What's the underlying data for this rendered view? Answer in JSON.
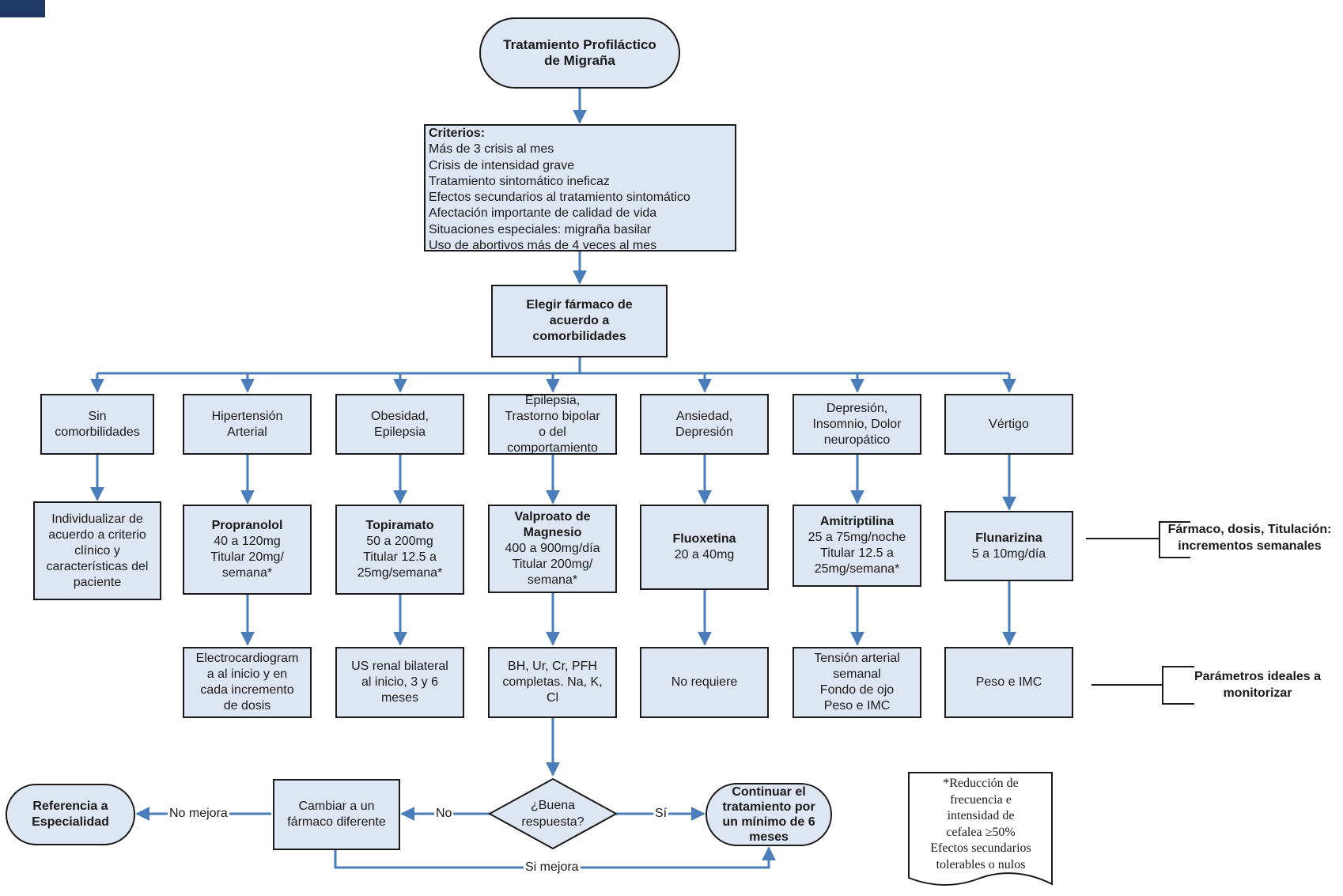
{
  "start": [
    "Tratamiento Profiláctico",
    "de Migraña"
  ],
  "criteria": {
    "title": "Criterios:",
    "items": [
      "Más de 3 crisis al mes",
      "Crisis de intensidad grave",
      "Tratamiento sintomático ineficaz",
      "Efectos secundarios al tratamiento sintomático",
      "Afectación importante de calidad de vida",
      "Situaciones especiales: migraña basilar",
      "Uso de abortivos más de 4 veces al mes"
    ]
  },
  "choose": [
    "Elegir fármaco de",
    "acuerdo a",
    "comorbilidades"
  ],
  "columns": [
    {
      "comorbidity": [
        "Sin",
        "comorbilidades"
      ],
      "drug_name": "",
      "drug_lines": [
        "Individualizar de",
        "acuerdo a criterio",
        "clínico y",
        "características del",
        "paciente"
      ],
      "monitor": []
    },
    {
      "comorbidity": [
        "Hipertensión",
        "Arterial"
      ],
      "drug_name": "Propranolol",
      "drug_lines": [
        "40 a 120mg",
        "Titular 20mg/",
        "semana*"
      ],
      "monitor": [
        "Electrocardiogram",
        "a al inicio y en",
        "cada incremento",
        "de dosis"
      ]
    },
    {
      "comorbidity": [
        "Obesidad,",
        "Epilepsia"
      ],
      "drug_name": "Topiramato",
      "drug_lines": [
        "50 a 200mg",
        "Titular 12.5 a",
        "25mg/semana*"
      ],
      "monitor": [
        "US renal bilateral",
        "al inicio, 3 y 6",
        "meses"
      ]
    },
    {
      "comorbidity": [
        "Epilepsia,",
        "Trastorno bipolar",
        "o del",
        "comportamiento"
      ],
      "drug_name": "Valproato de Magnesio",
      "drug_lines": [
        "400 a 900mg/día",
        "Titular 200mg/",
        "semana*"
      ],
      "monitor": [
        "BH, Ur, Cr, PFH",
        "completas. Na, K,",
        "Cl"
      ]
    },
    {
      "comorbidity": [
        "Ansiedad,",
        "Depresión"
      ],
      "drug_name": "Fluoxetina",
      "drug_lines": [
        "20 a 40mg"
      ],
      "monitor": [
        "No requiere"
      ]
    },
    {
      "comorbidity": [
        "Depresión,",
        "Insomnio, Dolor",
        "neuropático"
      ],
      "drug_name": "Amitriptilina",
      "drug_lines": [
        "25 a 75mg/noche",
        "Titular 12.5 a",
        "25mg/semana*"
      ],
      "monitor": [
        "Tensión arterial",
        "semanal",
        "Fondo de ojo",
        "Peso e IMC"
      ]
    },
    {
      "comorbidity": [
        "Vértigo"
      ],
      "drug_name": "Flunarizina",
      "drug_lines": [
        "5 a 10mg/día"
      ],
      "monitor": [
        "Peso e IMC"
      ]
    }
  ],
  "legend": {
    "drug": [
      "Fármaco, dosis, Titulación:",
      "incrementos semanales"
    ],
    "monitor": [
      "Parámetros ideales a",
      "monitorizar"
    ]
  },
  "decision": {
    "question": [
      "¿Buena",
      "respuesta?"
    ],
    "yes_label": "Sí",
    "no_label": "No",
    "continue": [
      "Continuar el",
      "tratamiento por",
      "un mínimo de 6",
      "meses"
    ],
    "change": [
      "Cambiar a un",
      "fármaco diferente"
    ],
    "no_improve_label": "No mejora",
    "referral": [
      "Referencia a",
      "Especialidad"
    ],
    "improve_label": "Si mejora"
  },
  "footnote": [
    "*Reducción de",
    "frecuencia e",
    "intensidad de",
    "cefalea ≥50%",
    "Efectos secundarios",
    "tolerables o nulos"
  ],
  "colors": {
    "box_fill": "#dfe6f3",
    "arrow": "#4a7ebb",
    "border": "#1a1a1a",
    "corner": "#1f3864"
  }
}
